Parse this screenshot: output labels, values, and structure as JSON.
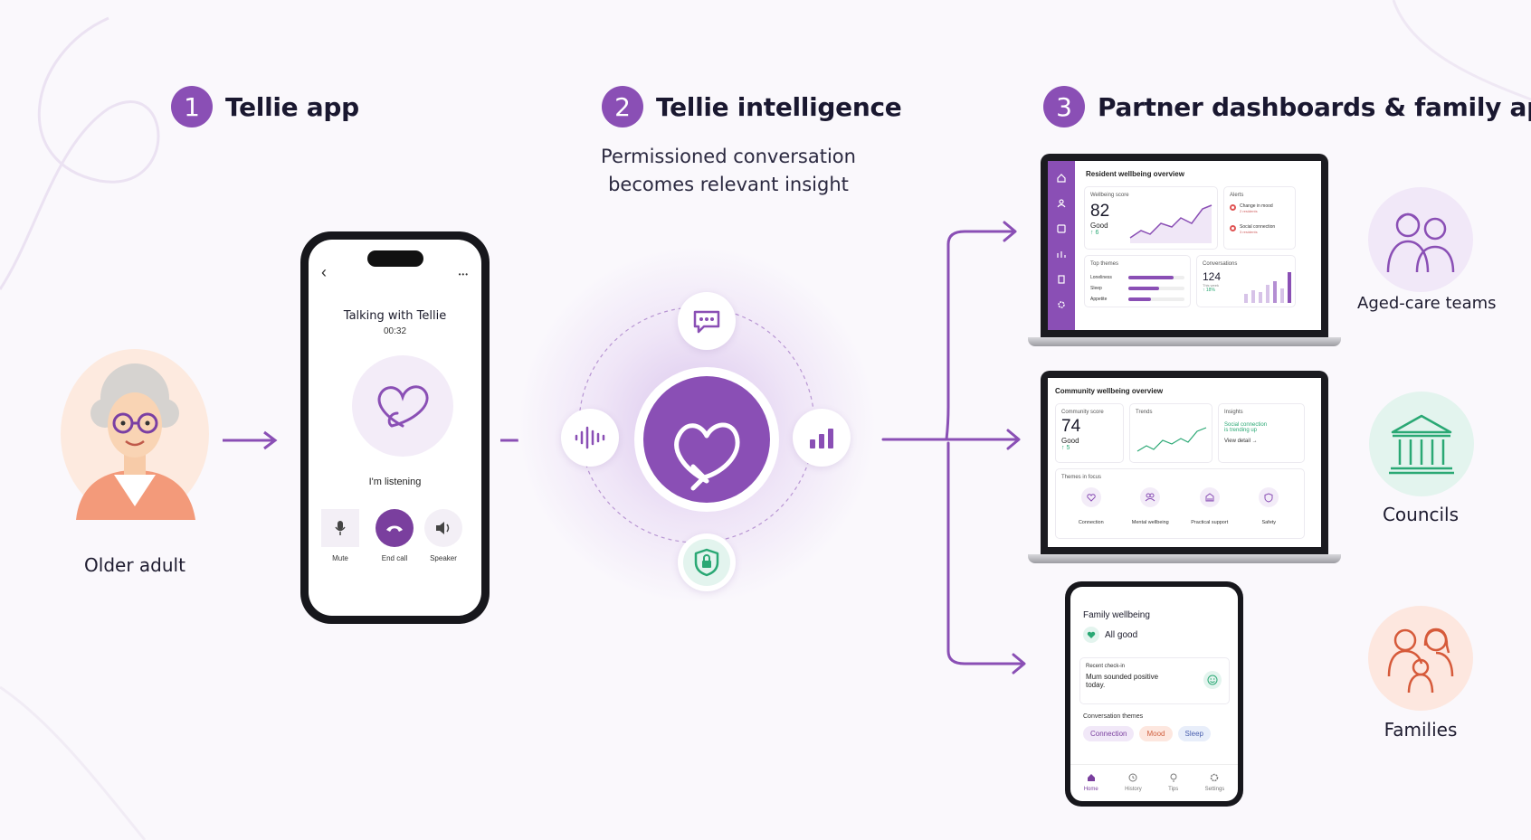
{
  "steps": [
    {
      "num": "1",
      "title": "Tellie app"
    },
    {
      "num": "2",
      "title": "Tellie intelligence",
      "subtitle_line1": "Permissioned conversation",
      "subtitle_line2": "becomes relevant insight"
    },
    {
      "num": "3",
      "title": "Partner dashboards & family app"
    }
  ],
  "older_adult": {
    "label": "Older adult"
  },
  "phone_call": {
    "back": "‹",
    "more": "•••",
    "title": "Talking with Tellie",
    "timer": "00:32",
    "status": "I'm listening",
    "buttons": [
      {
        "label": "Mute",
        "icon": "microphone-icon"
      },
      {
        "label": "End call",
        "icon": "phone-end-icon"
      },
      {
        "label": "Speaker",
        "icon": "speaker-icon"
      }
    ]
  },
  "aged_care_dashboard": {
    "title": "Resident wellbeing overview",
    "score_label": "Wellbeing score",
    "score": "82",
    "score_status": "Good",
    "score_change": "↑ 6",
    "alerts_label": "Alerts",
    "alerts": [
      {
        "title": "Change in mood",
        "sub": "2 residents"
      },
      {
        "title": "Social connection",
        "sub": "3 residents"
      }
    ],
    "themes_label": "Top themes",
    "themes": [
      "Loneliness",
      "Sleep",
      "Appetite"
    ],
    "theme_levels": [
      0.8,
      0.55,
      0.4
    ],
    "conversations_label": "Conversations",
    "conversations": "124",
    "conversations_sub": "This week",
    "conversations_change": "↑ 18%"
  },
  "council_dashboard": {
    "title": "Community wellbeing overview",
    "score_label": "Community score",
    "score": "74",
    "score_status": "Good",
    "score_change": "↑ 5",
    "trends_label": "Trends",
    "insights_label": "Insights",
    "insight_line1": "Social connection",
    "insight_line2": "is trending up",
    "insight_link": "View detail →",
    "focus_label": "Themes in focus",
    "focus": [
      {
        "label": "Connection",
        "icon": "heart-icon"
      },
      {
        "label": "Mental wellbeing",
        "icon": "people-icon"
      },
      {
        "label": "Practical support",
        "icon": "building-icon"
      },
      {
        "label": "Safety",
        "icon": "shield-icon"
      }
    ]
  },
  "family_app": {
    "title": "Family wellbeing",
    "status": "All good",
    "checkin_label": "Recent check-in",
    "checkin_line1": "Mum sounded positive",
    "checkin_line2": "today.",
    "themes_label": "Conversation themes",
    "themes": [
      "Connection",
      "Mood",
      "Sleep"
    ],
    "nav": [
      {
        "label": "Home",
        "icon": "home-icon"
      },
      {
        "label": "History",
        "icon": "history-icon"
      },
      {
        "label": "Tips",
        "icon": "lightbulb-icon"
      },
      {
        "label": "Settings",
        "icon": "gear-icon"
      }
    ]
  },
  "audiences": [
    {
      "label": "Aged-care teams"
    },
    {
      "label": "Councils"
    },
    {
      "label": "Families"
    }
  ],
  "colors": {
    "brand_purple": "#8a4fb5",
    "green": "#2aa874",
    "teal_bg": "#e3f4ee",
    "peach_bg": "#fde7df"
  }
}
